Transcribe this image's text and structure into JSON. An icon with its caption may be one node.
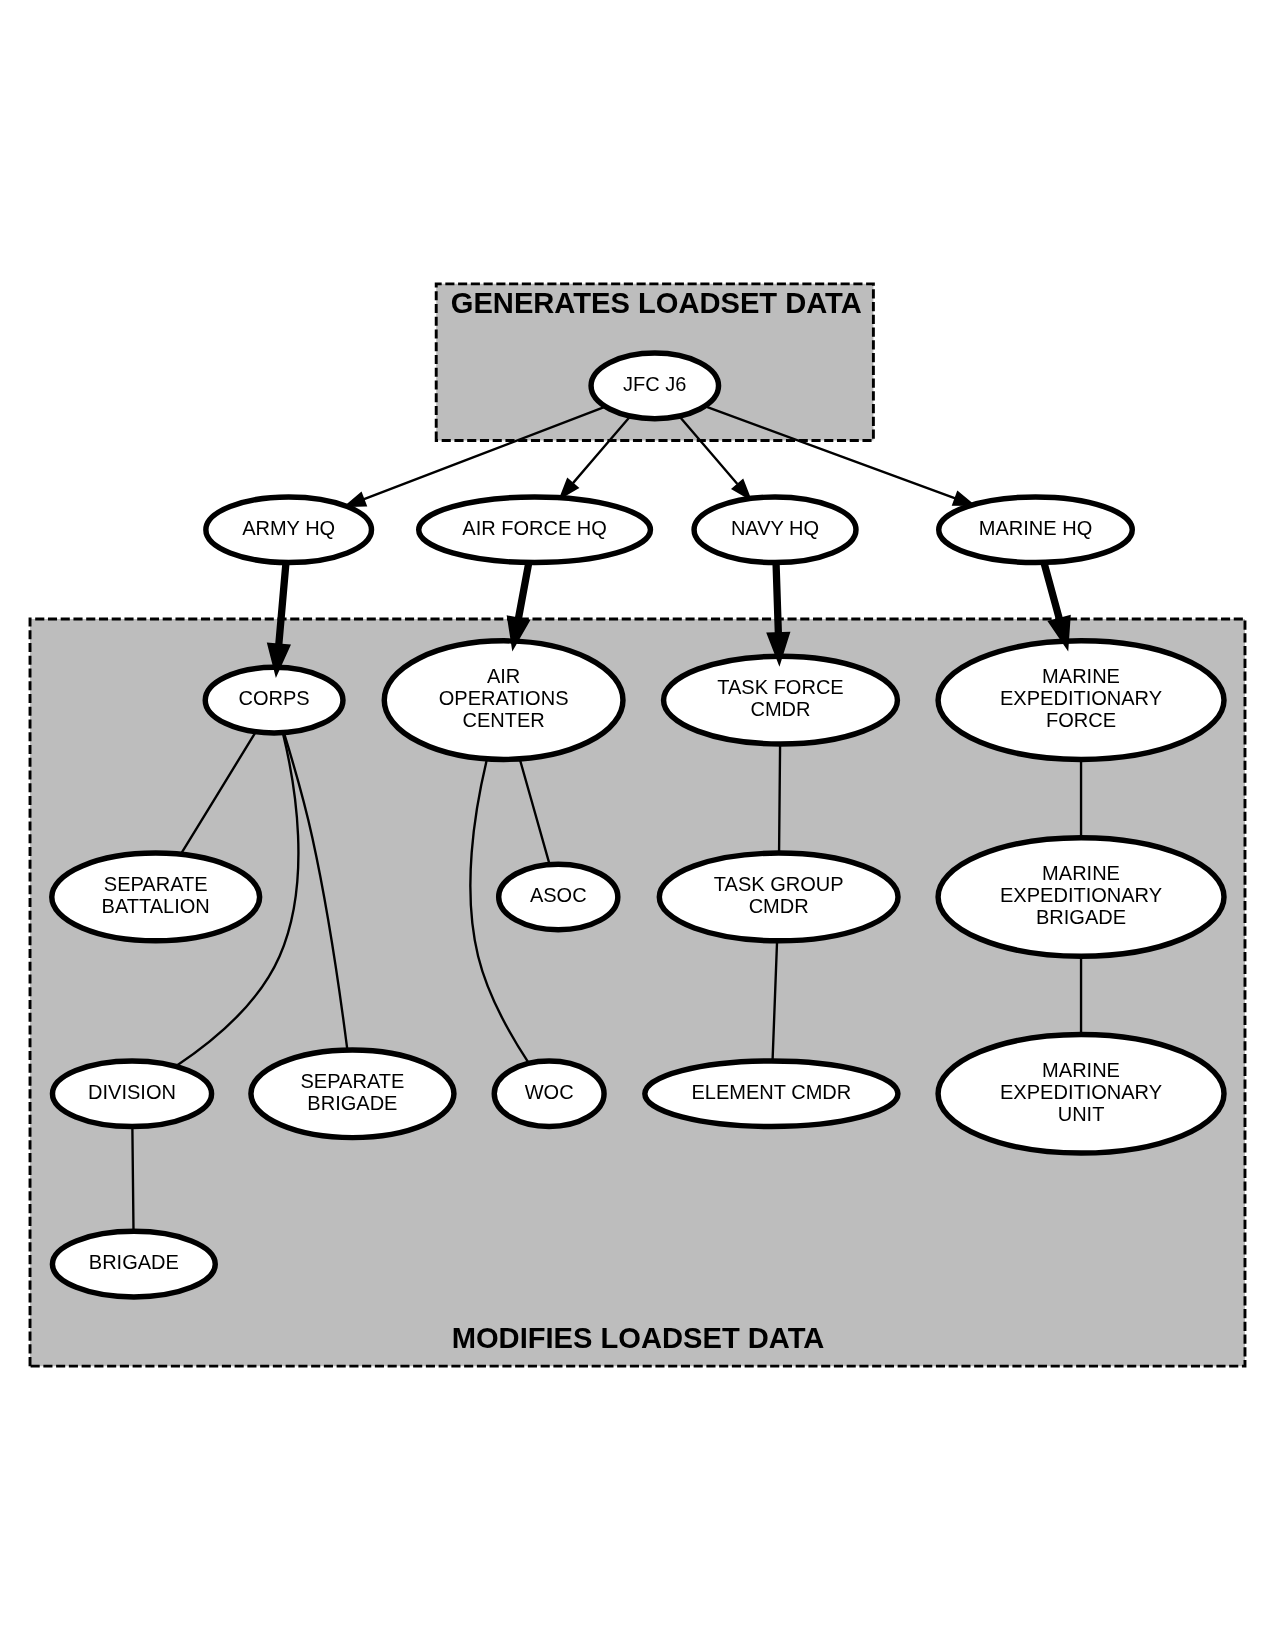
{
  "diagram": {
    "nodes": [
      {
        "text": [
          "GENERATES LOADSET DATA"
        ]
      },
      {
        "text": [
          "JFC J6"
        ],
        "in": 0
      },
      {
        "text": [
          "ARMY HQ"
        ]
      },
      {
        "text": [
          "AIR FORCE HQ"
        ]
      },
      {
        "text": [
          "NAVY HQ"
        ]
      },
      {
        "text": [
          "MARINE HQ"
        ]
      },
      {
        "text": [
          "MODIFIES LOADSET DATA"
        ]
      },
      {
        "text": [
          "CORPS"
        ],
        "in": 6
      },
      {
        "text": [
          "AIR OPERATIONS CENTER"
        ],
        "in": 6
      },
      {
        "text": [
          "TASK FORCE CMDR"
        ],
        "in": 6
      },
      {
        "text": [
          "MARINE EXPEDITIONARY FORCE"
        ],
        "in": 6
      },
      {
        "text": [
          "SEPARATE BATTALION"
        ],
        "in": 6
      },
      {
        "text": [
          "ASOC"
        ],
        "in": 6
      },
      {
        "text": [
          "TASK GROUP CMDR"
        ],
        "in": 6
      },
      {
        "text": [
          "MARINE EXPEDITIONARY BRIGADE"
        ],
        "in": 6
      },
      {
        "text": [
          "DIVISION"
        ],
        "in": 6
      },
      {
        "text": [
          "SEPARATE BRIGADE"
        ],
        "in": 6
      },
      {
        "text": [
          "WOC"
        ],
        "in": 6
      },
      {
        "text": [
          "ELEMENT CMDR"
        ],
        "in": 6
      },
      {
        "text": [
          "MARINE EXPEDITIONARY UNIT"
        ],
        "in": 6
      },
      {
        "text": [
          "BRIGADE"
        ],
        "in": 6
      }
    ],
    "edges": [
      {
        "from": 1,
        "to": 2,
        "arrow": "to"
      },
      {
        "from": 1,
        "to": 3,
        "arrow": "to"
      },
      {
        "from": 1,
        "to": 4,
        "arrow": "to"
      },
      {
        "from": 1,
        "to": 5,
        "arrow": "to"
      },
      {
        "from": 2,
        "to": 7,
        "arrow": "to",
        "style": "thick"
      },
      {
        "from": 3,
        "to": 8,
        "arrow": "to",
        "style": "thick"
      },
      {
        "from": 4,
        "to": 9,
        "arrow": "to",
        "style": "thick"
      },
      {
        "from": 5,
        "to": 10,
        "arrow": "to",
        "style": "thick"
      },
      {
        "from": 7,
        "to": 11,
        "arrow": "none"
      },
      {
        "from": 7,
        "to": 15,
        "arrow": "none"
      },
      {
        "from": 7,
        "to": 16,
        "arrow": "none"
      },
      {
        "from": 15,
        "to": 20,
        "arrow": "none"
      },
      {
        "from": 8,
        "to": 12,
        "arrow": "none"
      },
      {
        "from": 8,
        "to": 17,
        "arrow": "none"
      },
      {
        "from": 9,
        "to": 13,
        "arrow": "none"
      },
      {
        "from": 13,
        "to": 18,
        "arrow": "none"
      },
      {
        "from": 10,
        "to": 14,
        "arrow": "none"
      },
      {
        "from": 14,
        "to": 19,
        "arrow": "none"
      }
    ]
  }
}
